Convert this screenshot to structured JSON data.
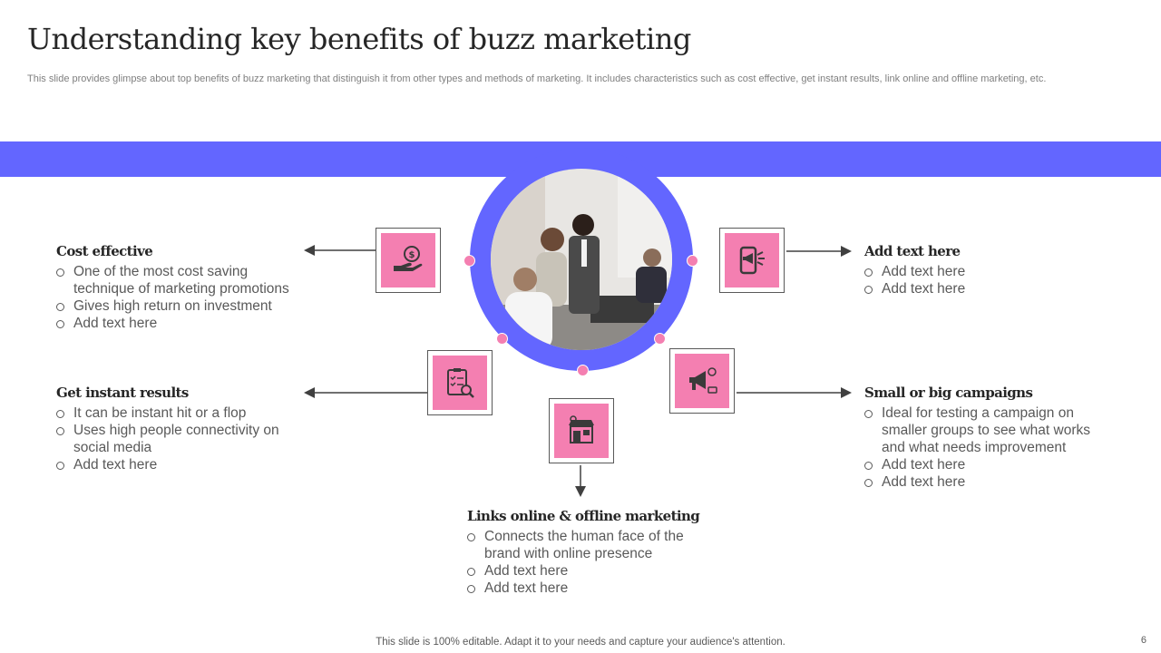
{
  "slide": {
    "title": "Understanding key benefits of buzz marketing",
    "subtitle": "This slide provides glimpse about top benefits of buzz marketing that distinguish it from other types and methods of marketing. It includes characteristics such as cost effective, get instant results, link online and offline marketing, etc.",
    "footer": "This slide is 100% editable. Adapt it to your needs and capture your audience's attention.",
    "page_number": "6"
  },
  "colors": {
    "accent": "#6366ff",
    "pink": "#f47fb1",
    "text": "#595959"
  },
  "benefits": [
    {
      "heading": "Cost effective",
      "icon": "money-hand-icon",
      "bullets": [
        "One of the most cost saving technique of marketing promotions",
        "Gives high return on investment",
        "Add text here"
      ]
    },
    {
      "heading": "Get instant results",
      "icon": "checklist-search-icon",
      "bullets": [
        "It can be instant hit or a flop",
        "Uses high people connectivity on social media",
        "Add text here"
      ]
    },
    {
      "heading": "Links online & offline marketing",
      "icon": "online-store-icon",
      "bullets": [
        "Connects the human face of the brand with online presence",
        "Add text here",
        "Add text here"
      ]
    },
    {
      "heading": "Add text here",
      "icon": "mobile-megaphone-icon",
      "bullets": [
        "Add text here",
        "Add text here"
      ]
    },
    {
      "heading": "Small or big campaigns",
      "icon": "megaphone-chat-icon",
      "bullets": [
        "Ideal for testing a campaign on smaller groups to see what works and what needs improvement",
        "Add text here",
        "Add text here"
      ]
    }
  ]
}
